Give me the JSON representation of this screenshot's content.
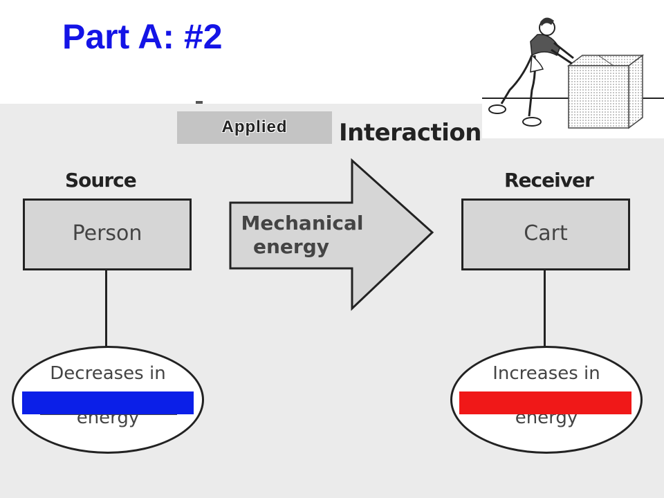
{
  "slide": {
    "title": "Part A: #2"
  },
  "diagram": {
    "applied_label": "Applied",
    "interaction_label": "Interaction",
    "source": {
      "header": "Source",
      "box_label": "Person",
      "oval_line1": "Decreases in",
      "oval_line2": "energy",
      "blank_color": "#0b1fe8"
    },
    "arrow": {
      "line1": "Mechanical",
      "line2": "energy"
    },
    "receiver": {
      "header": "Receiver",
      "box_label": "Cart",
      "oval_line1": "Increases in",
      "oval_line2": "energy",
      "blank_color": "#f01818"
    }
  },
  "illustration": {
    "subject": "person-pushing-cart-icon"
  }
}
